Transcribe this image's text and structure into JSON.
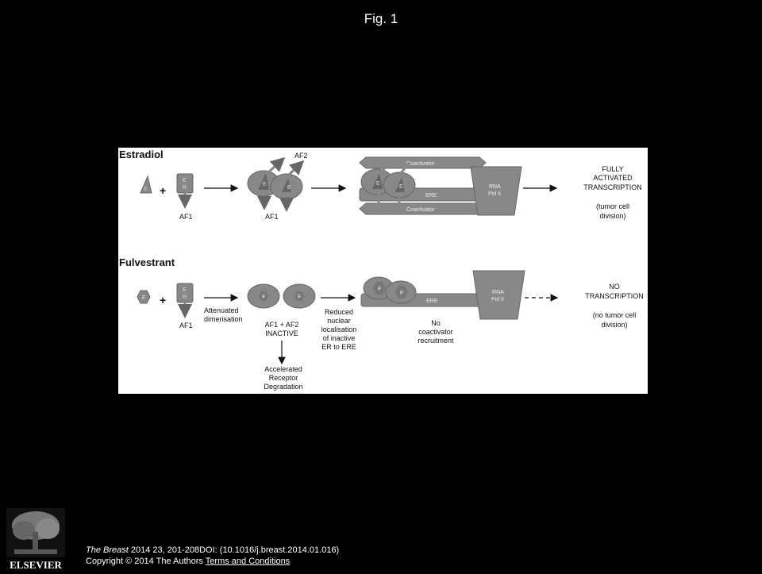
{
  "slide": {
    "title": "Fig. 1"
  },
  "diagram": {
    "estradiol": {
      "heading": "Estradiol",
      "ligand": "E",
      "plus": "+",
      "receptor": [
        "E",
        "R"
      ],
      "af1": "AF1",
      "af2": "AF2",
      "dimer_ligand": "E",
      "dimer_af1": "AF1",
      "coactivator_top": "Coactivator",
      "coactivator_bottom": "Coactivator",
      "ere": "ERE",
      "rna_pol": [
        "RNA",
        "Pol II"
      ],
      "outcome": [
        "FULLY",
        "ACTIVATED",
        "TRANSCRIPTION",
        "(tumor cell",
        "division)"
      ]
    },
    "fulvestrant": {
      "heading": "Fulvestrant",
      "ligand": "F",
      "plus": "+",
      "receptor": [
        "E",
        "R"
      ],
      "af1": "AF1",
      "dimer_ligand": "F",
      "step1": [
        "Attenuated",
        "dimerisation"
      ],
      "step2": [
        "AF1 + AF2",
        "INACTIVE"
      ],
      "degradation": [
        "Accelerated",
        "Receptor",
        "Degradation"
      ],
      "step3": [
        "Reduced",
        "nuclear",
        "localisation",
        "of inactive",
        "ER to ERE"
      ],
      "ere": "ERE",
      "no_coactivator": [
        "No",
        "coactivator",
        "recruitment"
      ],
      "rna_pol": [
        "RNA",
        "Pol II"
      ],
      "outcome": [
        "NO",
        "TRANSCRIPTION",
        "(no tumor cell",
        "division)"
      ]
    }
  },
  "logo": {
    "text": "ELSEVIER"
  },
  "footer": {
    "journal": "The Breast",
    "citation": " 2014 23, 201-208DOI: (10.1016/j.breast.2014.01.016)",
    "copyright": "Copyright © 2014 The Authors",
    "terms": "Terms and Conditions"
  }
}
